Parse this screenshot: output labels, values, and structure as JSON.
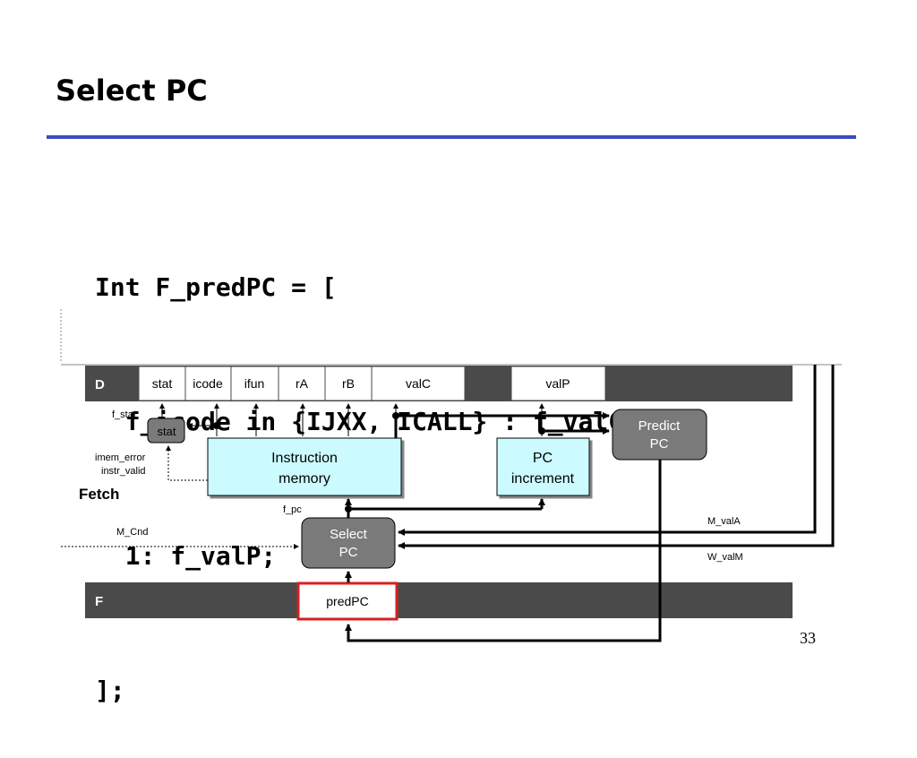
{
  "title": "Select PC",
  "code": {
    "lines": [
      "Int F_predPC = [",
      "  f_icode in {IJXX, ICALL} : f_valC;",
      "  1: f_valP;",
      "];"
    ]
  },
  "diagram": {
    "d_register": {
      "name": "D",
      "fields": [
        "stat",
        "icode",
        "ifun",
        "rA",
        "rB",
        "valC",
        "valP"
      ]
    },
    "f_register": {
      "name": "F",
      "field": "predPC"
    },
    "blocks": {
      "stat": "stat",
      "instruction_memory": [
        "Instruction",
        "memory"
      ],
      "pc_increment": [
        "PC",
        "increment"
      ],
      "predict_pc": [
        "Predict",
        "PC"
      ],
      "select_pc": [
        "Select",
        "PC"
      ]
    },
    "signals": {
      "f_stat": "f_stat",
      "imem_error": "imem_error",
      "instr_valid": "instr_valid",
      "stage": "Fetch",
      "f_pc": "f_pc",
      "m_cnd": "M_Cnd",
      "m_vala": "M_valA",
      "w_valm": "W_valM"
    },
    "colors": {
      "register_bar": "#4a4a4a",
      "field_fill": "#ffffff",
      "memory_fill": "#ccfbff",
      "logic_fill": "#7a7a7a",
      "highlight": "#d42020"
    }
  },
  "page_number": "33"
}
